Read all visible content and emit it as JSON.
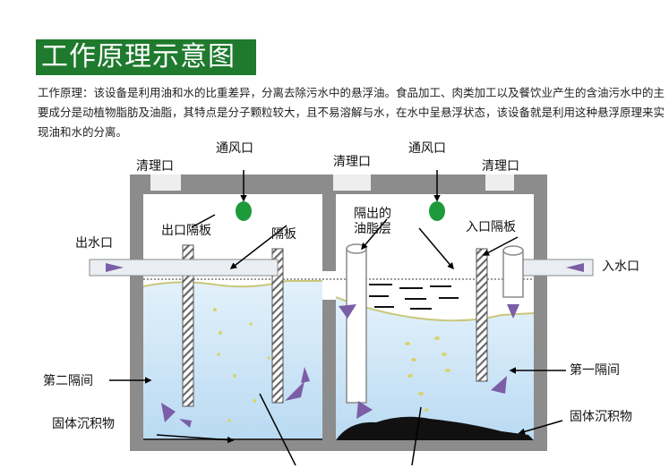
{
  "title": "工作原理示意图",
  "description": "工作原理：该设备是利用油和水的比重差异，分离去除污水中的悬浮油。食品加工、肉类加工以及餐饮业产生的含油污水中的主要成分是动植物脂肪及油脂，其特点是分子颗粒较大，且不易溶解与水，在水中呈悬浮状态，该设备就是利用这种悬浮原理来实现油和水的分离。",
  "labels": {
    "clean_port_left": "清理口",
    "vent_left": "通风口",
    "clean_port_mid": "清理口",
    "vent_right": "通风口",
    "clean_port_right": "清理口",
    "outlet_baffle": "出口隔板",
    "baffle": "隔板",
    "separated_grease_line1": "隔出的",
    "separated_grease_line2": "油脂层",
    "inlet_baffle": "入口隔板",
    "water_outlet": "出水口",
    "water_inlet": "入水口",
    "second_compartment": "第二隔间",
    "first_compartment": "第一隔间",
    "sediment_left": "固体沉积物",
    "sediment_right": "固体沉积物"
  },
  "colors": {
    "title_bg": "#1f7a2e",
    "tank_wall": "#8c8c8c",
    "water": "#cfe6f7",
    "grease": "#c9c77a",
    "arrow": "#7b5ea7",
    "vent": "#1f9a3a",
    "sediment": "#111111"
  }
}
